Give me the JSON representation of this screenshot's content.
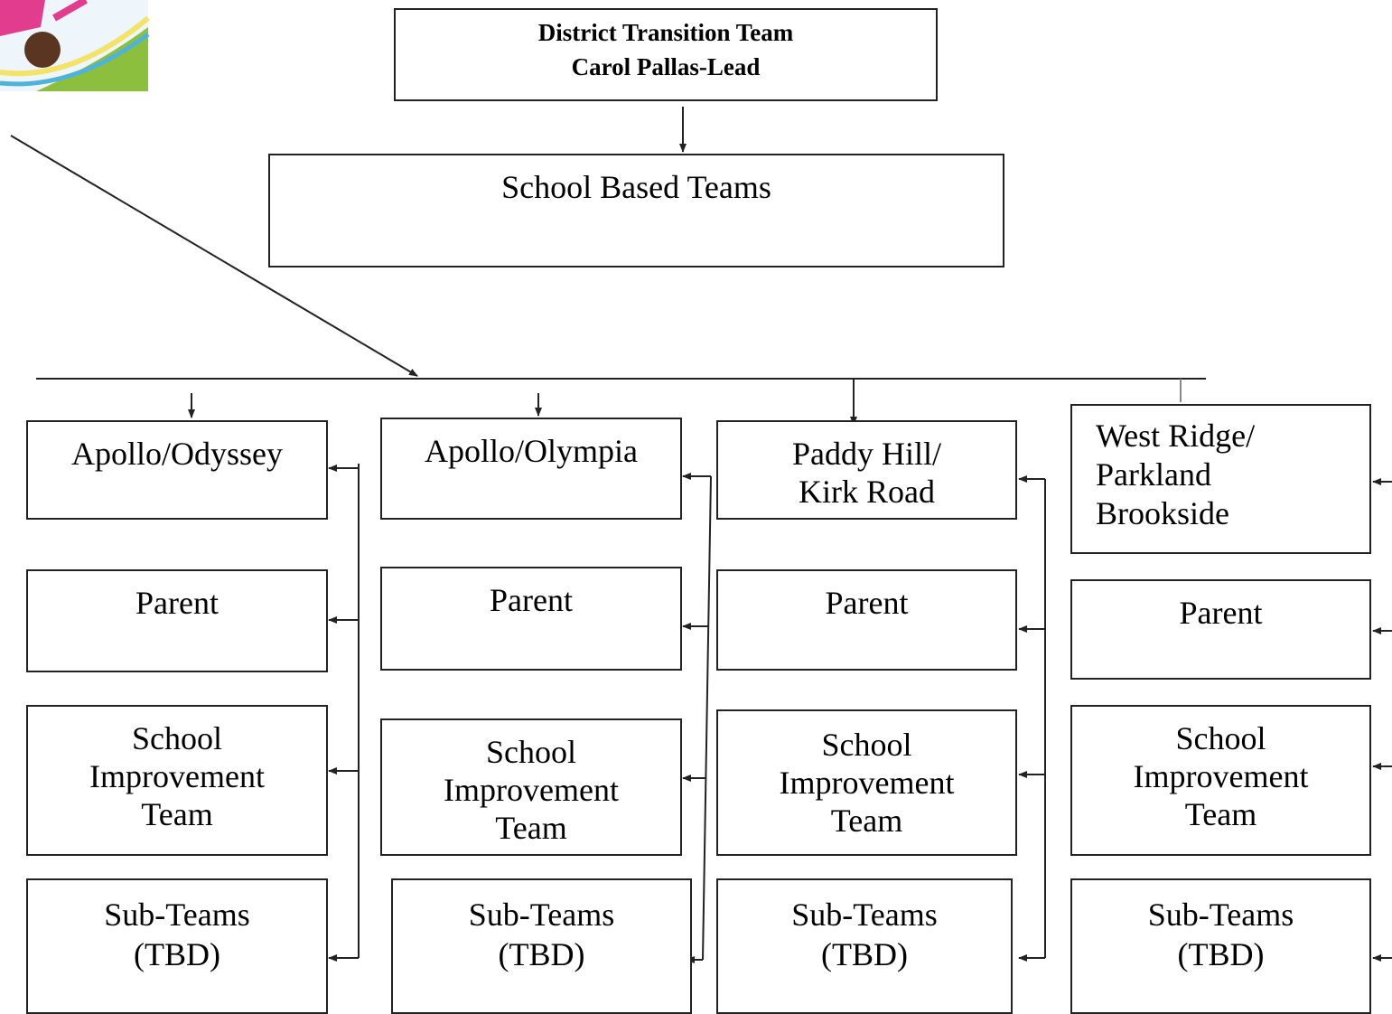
{
  "district": {
    "line1": "District Transition Team",
    "line2": "Carol Pallas-Lead"
  },
  "school_based": "School Based Teams",
  "columns": [
    {
      "cluster": "Apollo/Odyssey",
      "parent": "Parent",
      "sit": "School\nImprovement\nTeam",
      "sub": "Sub-Teams\n(TBD)"
    },
    {
      "cluster": "Apollo/Olympia",
      "parent": "Parent",
      "sit": "School\nImprovement\nTeam",
      "sub": "Sub-Teams\n(TBD)"
    },
    {
      "cluster": "Paddy Hill/\nKirk Road",
      "parent": "Parent",
      "sit": "School\nImprovement\nTeam",
      "sub": "Sub-Teams\n(TBD)"
    },
    {
      "cluster": "West Ridge/\nParkland\nBrookside",
      "parent": "Parent",
      "sit": "School\nImprovement\nTeam",
      "sub": "Sub-Teams\n(TBD)"
    }
  ],
  "colors": {
    "line": "#222222",
    "clipart_green": "#8dbf3f",
    "clipart_pink": "#e23c8f",
    "clipart_blue": "#4fb3d9"
  }
}
